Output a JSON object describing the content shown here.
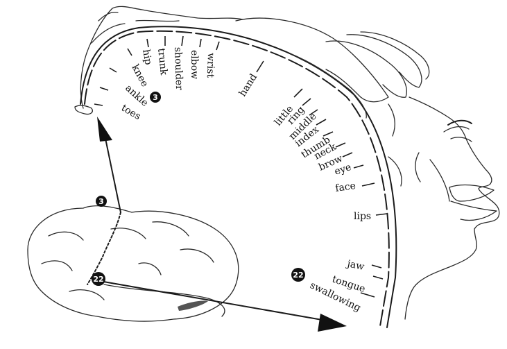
{
  "labels": [
    {
      "id": "toes",
      "text": "toes"
    },
    {
      "id": "ankle",
      "text": "ankle"
    },
    {
      "id": "knee",
      "text": "knee"
    },
    {
      "id": "hip",
      "text": "hip"
    },
    {
      "id": "trunk",
      "text": "trunk"
    },
    {
      "id": "shoulder",
      "text": "shoulder"
    },
    {
      "id": "elbow",
      "text": "elbow"
    },
    {
      "id": "wrist",
      "text": "wrist"
    },
    {
      "id": "hand",
      "text": "hand"
    },
    {
      "id": "little",
      "text": "little"
    },
    {
      "id": "ring",
      "text": "ring"
    },
    {
      "id": "middle",
      "text": "middle"
    },
    {
      "id": "index",
      "text": "index"
    },
    {
      "id": "thumb",
      "text": "thumb"
    },
    {
      "id": "neck",
      "text": "neck"
    },
    {
      "id": "brow",
      "text": "brow"
    },
    {
      "id": "eye",
      "text": "eye"
    },
    {
      "id": "face",
      "text": "face"
    },
    {
      "id": "lips",
      "text": "lips"
    },
    {
      "id": "jaw",
      "text": "jaw"
    },
    {
      "id": "tongue",
      "text": "tongue"
    },
    {
      "id": "swallowing",
      "text": "swallowing"
    }
  ],
  "markers": {
    "badge_top": "3",
    "badge_brain_top": "3",
    "badge_brain_bottom": "22",
    "badge_right": "22"
  }
}
